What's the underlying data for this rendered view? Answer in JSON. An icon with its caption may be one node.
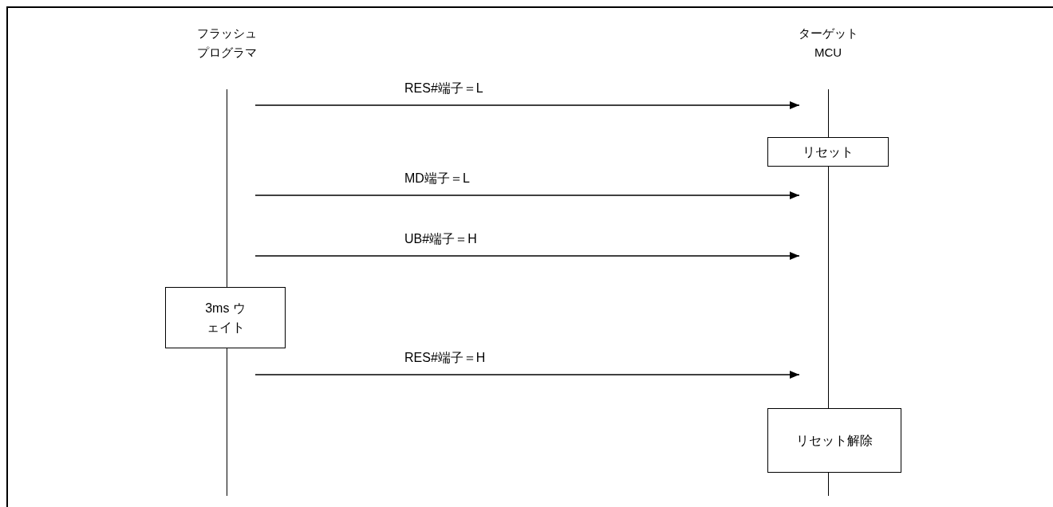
{
  "diagram": {
    "nodes": [
      {
        "text": [
          "フラッシュプログラマ"
        ]
      },
      {
        "text": [
          "ターゲット MCU"
        ]
      },
      {
        "text": [
          "リセット"
        ]
      },
      {
        "text": [
          "3ms ウェイト"
        ]
      },
      {
        "text": [
          "リセット解除"
        ]
      }
    ],
    "edges": [
      {
        "from": 0,
        "to": 1,
        "arrow": "to",
        "label": "RES#端子＝L"
      },
      {
        "from": 0,
        "to": 1,
        "arrow": "to",
        "label": "MD端子＝L"
      },
      {
        "from": 0,
        "to": 1,
        "arrow": "to",
        "label": "UB#端子＝H"
      },
      {
        "from": 0,
        "to": 1,
        "arrow": "to",
        "label": "RES#端子＝H"
      }
    ]
  }
}
